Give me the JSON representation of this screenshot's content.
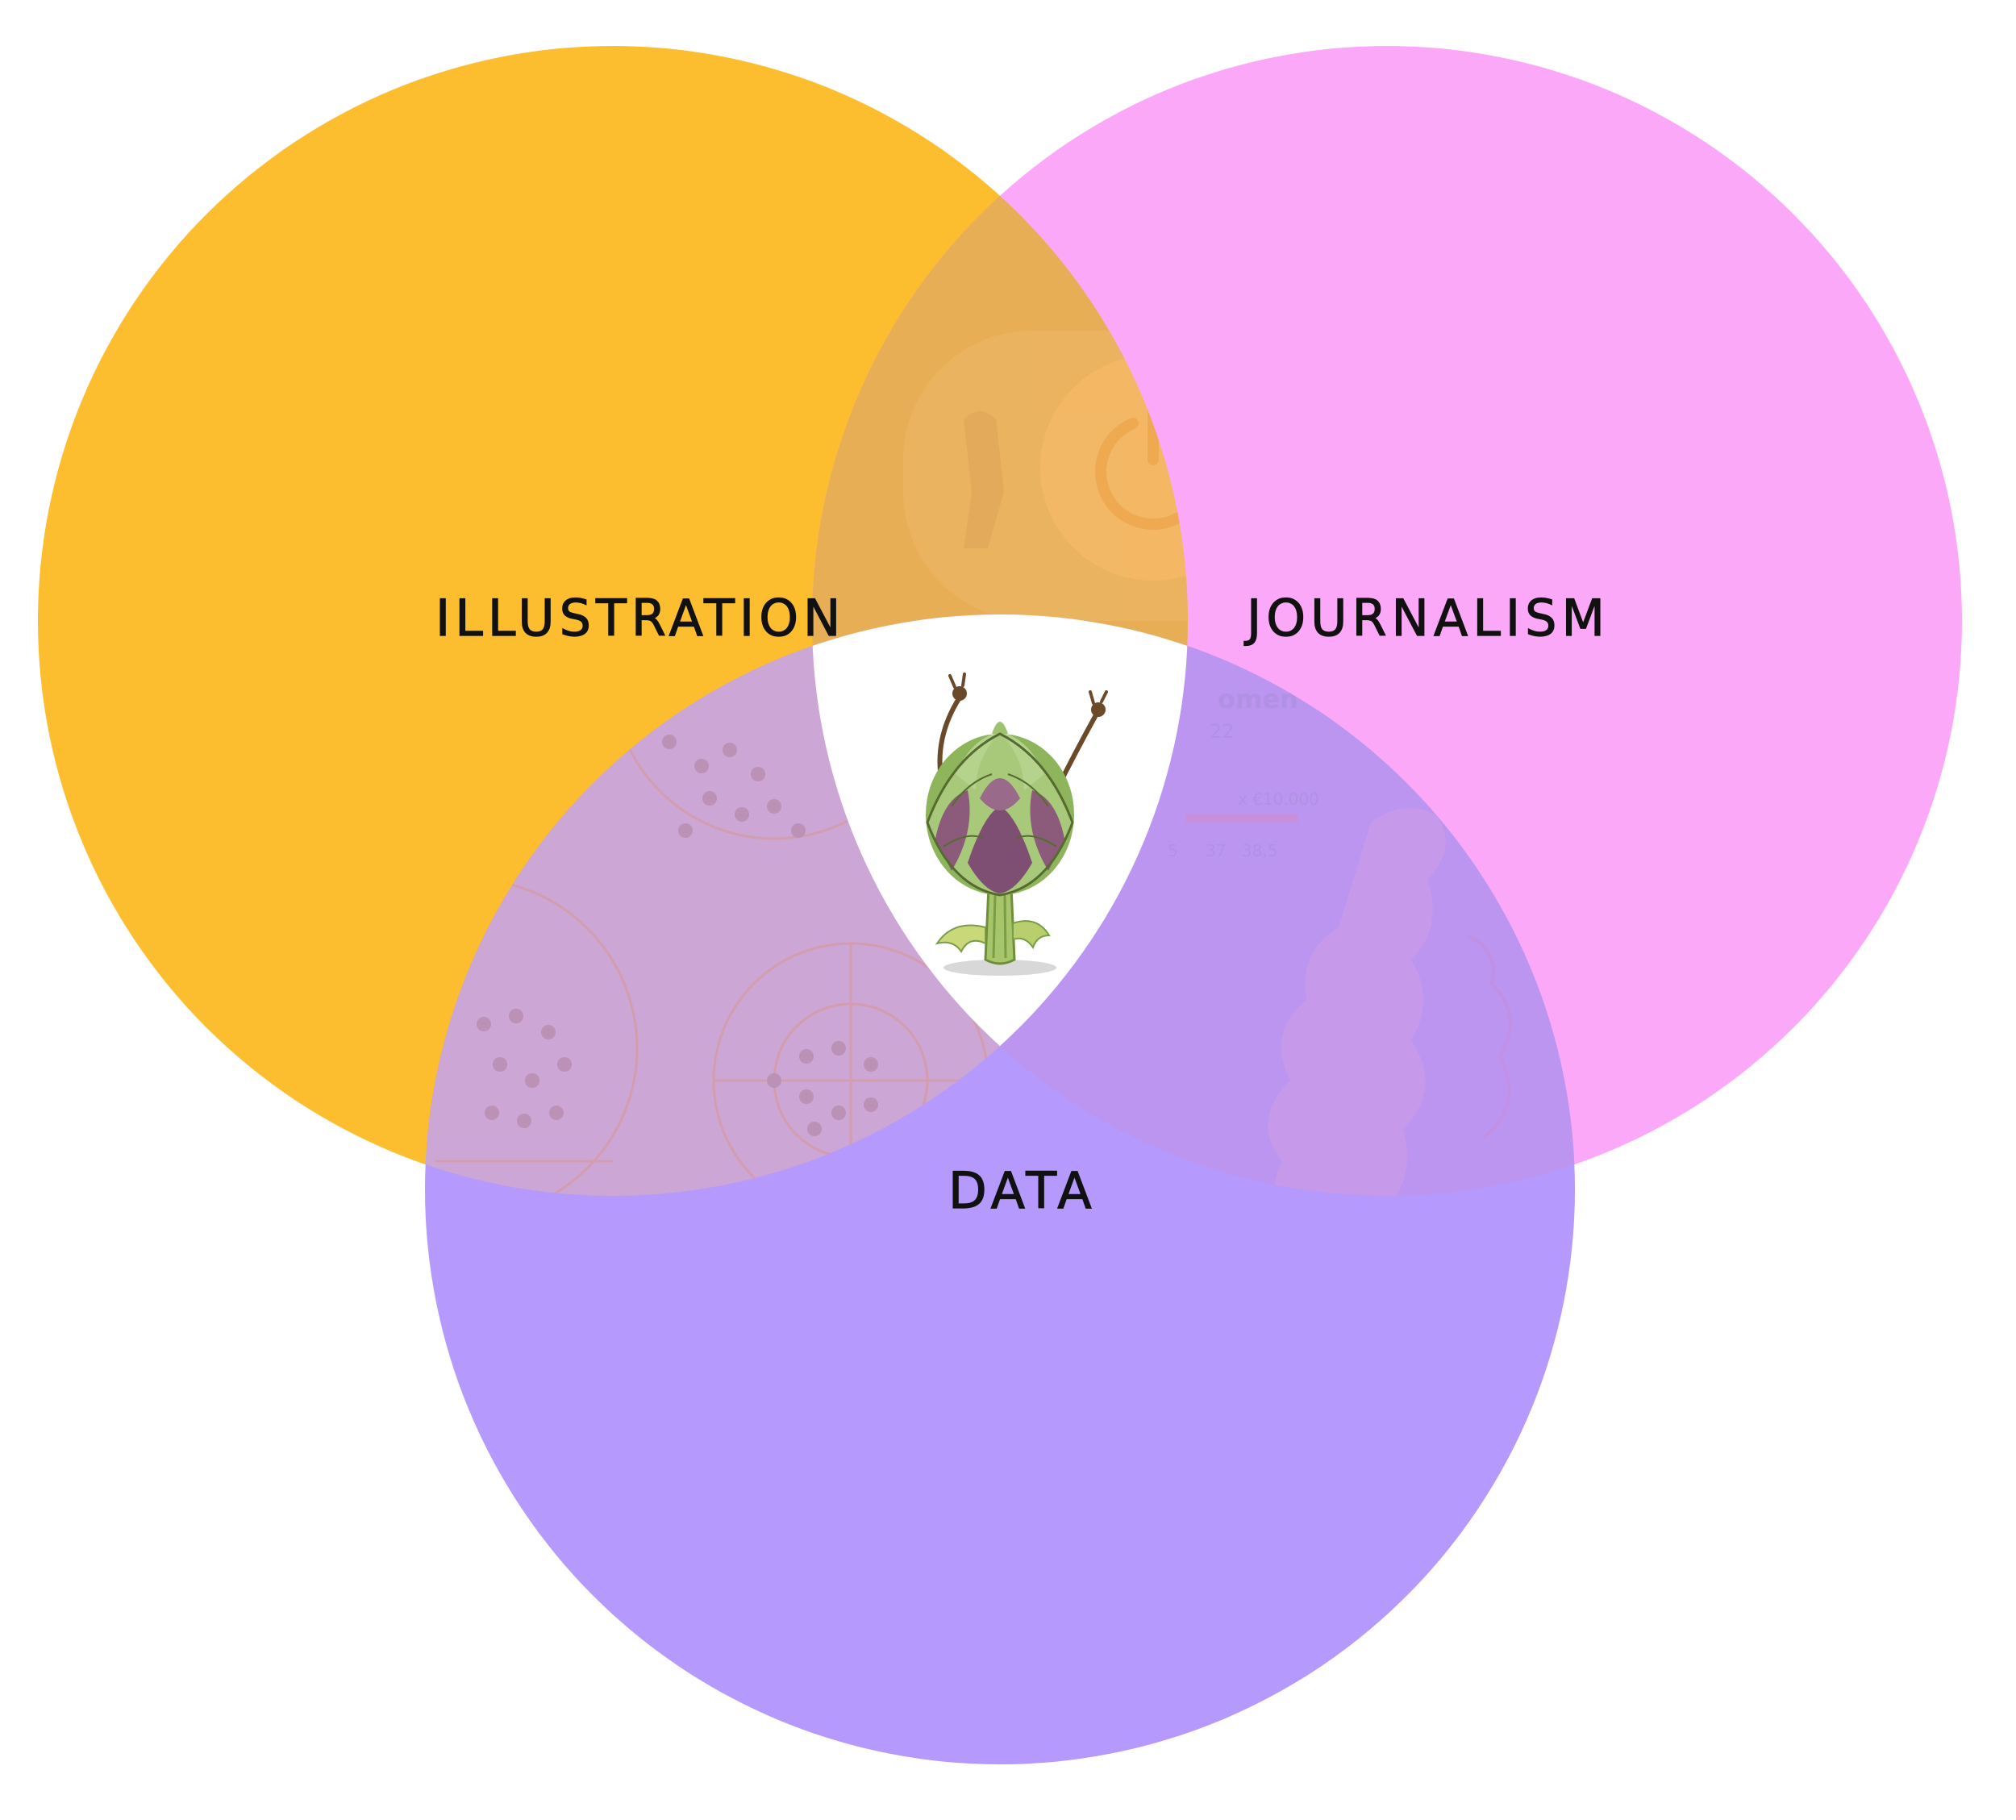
{
  "diagram": {
    "type": "venn",
    "sets": [
      {
        "id": "illustration",
        "label": "ILLUSTRATION",
        "color": "#FCBD2E"
      },
      {
        "id": "journalism",
        "label": "JOURNALISM",
        "color": "#FCA8F8"
      },
      {
        "id": "data",
        "label": "DATA",
        "color": "#B599FC"
      }
    ],
    "center": {
      "icon": "dancing-artichoke-illustration"
    },
    "background_fragments": {
      "map_title": "omen",
      "map_subtitle": "22",
      "map_scale_label": "x €10.000",
      "map_ticks": [
        "5",
        "37",
        "38,5"
      ]
    },
    "colors": {
      "illustration_journalism_overlap": "#E8AE55",
      "illustration_data_overlap": "#CCA6D4",
      "journalism_data_overlap": "#BB95F0",
      "center": "#FFFFFF"
    }
  }
}
